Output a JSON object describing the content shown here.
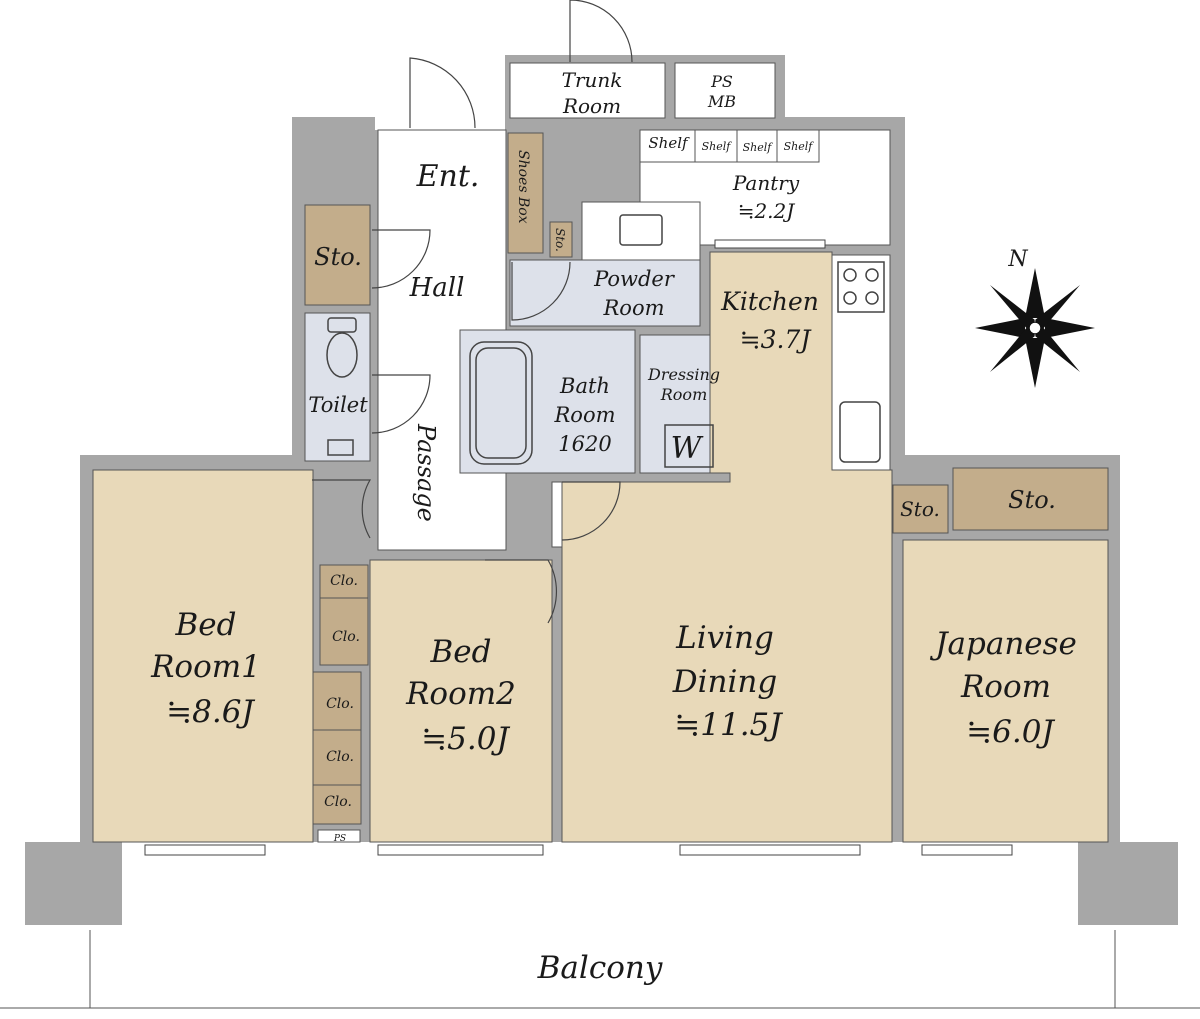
{
  "colors": {
    "wall": "#a7a7a7",
    "room_floor": "#e8d9b9",
    "storage": "#c3ad8b",
    "wet_area": "#dde1ea",
    "white_area": "#ffffff",
    "line": "#3a3a3a"
  },
  "labels": {
    "trunk_room_1": "Trunk",
    "trunk_room_2": "Room",
    "ps_mb_1": "PS",
    "ps_mb_2": "MB",
    "shelf_large": "Shelf",
    "shelf_small": "Shelf",
    "pantry_1": "Pantry",
    "pantry_2": "≒2.2J",
    "entrance": "Ent.",
    "shoes_box": "Shoes Box",
    "sto_small": "Sto.",
    "sto_left": "Sto.",
    "hall": "Hall",
    "powder_1": "Powder",
    "powder_2": "Room",
    "kitchen_1": "Kitchen",
    "kitchen_2": "≒3.7J",
    "toilet": "Toilet",
    "bath_1": "Bath",
    "bath_2": "Room",
    "bath_3": "1620",
    "dressing_1": "Dressing",
    "dressing_2": "Room",
    "washer": "W",
    "passage": "Passage",
    "sto_right_small": "Sto.",
    "sto_right_large": "Sto.",
    "bed1_1": "Bed",
    "bed1_2": "Room1",
    "bed1_3": "≒8.6J",
    "bed2_1": "Bed",
    "bed2_2": "Room2",
    "bed2_3": "≒5.0J",
    "living_1": "Living",
    "living_2": "Dining",
    "living_3": "≒11.5J",
    "japanese_1": "Japanese",
    "japanese_2": "Room",
    "japanese_3": "≒6.0J",
    "clo": "Clo.",
    "ps": "PS",
    "balcony": "Balcony",
    "north": "N"
  }
}
